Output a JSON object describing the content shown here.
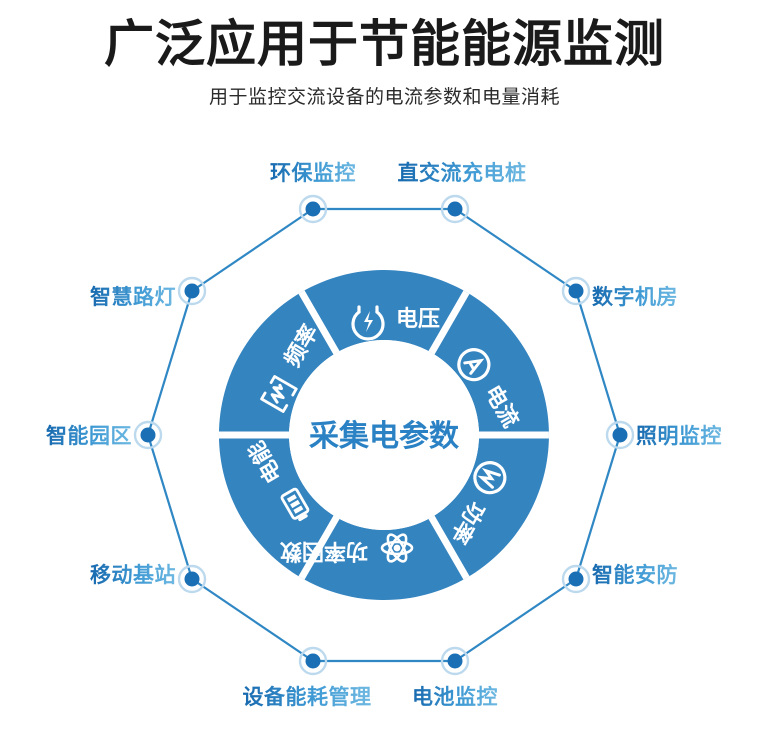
{
  "header": {
    "title": "广泛应用于节能能源监测",
    "subtitle": "用于监控交流设备的电流参数和电量消耗"
  },
  "colors": {
    "donut": "#3484C0",
    "donut_gap": "#ffffff",
    "center_text": "#2a82c4",
    "label_text": "#1d7cc0",
    "node_dot": "#1b6fb5",
    "node_ring": "#bcd9ee",
    "polygon_line": "#2f87c4",
    "title_text": "#1a1a1a"
  },
  "donut": {
    "center_label": "采集电参数",
    "segments": [
      {
        "label": "电压",
        "icon": "lightning-bolt-icon",
        "position": "top"
      },
      {
        "label": "电流",
        "icon": "ammeter-a-icon",
        "position": "upper-right"
      },
      {
        "label": "功率",
        "icon": "wattmeter-w-icon",
        "position": "lower-right"
      },
      {
        "label": "功率因数",
        "icon": "atom-icon",
        "position": "bottom"
      },
      {
        "label": "电能",
        "icon": "battery-icon",
        "position": "lower-left"
      },
      {
        "label": "频率",
        "icon": "waveform-icon",
        "position": "upper-left"
      }
    ]
  },
  "applications": {
    "nodes": [
      {
        "label": "环保监控",
        "position": "top-left"
      },
      {
        "label": "直交流充电桩",
        "position": "top-right"
      },
      {
        "label": "数字机房",
        "position": "upper-right"
      },
      {
        "label": "照明监控",
        "position": "right"
      },
      {
        "label": "智能安防",
        "position": "lower-right"
      },
      {
        "label": "电池监控",
        "position": "bottom-right"
      },
      {
        "label": "设备能耗管理",
        "position": "bottom-left"
      },
      {
        "label": "移动基站",
        "position": "lower-left"
      },
      {
        "label": "智能园区",
        "position": "left"
      },
      {
        "label": "智慧路灯",
        "position": "upper-left"
      }
    ]
  }
}
